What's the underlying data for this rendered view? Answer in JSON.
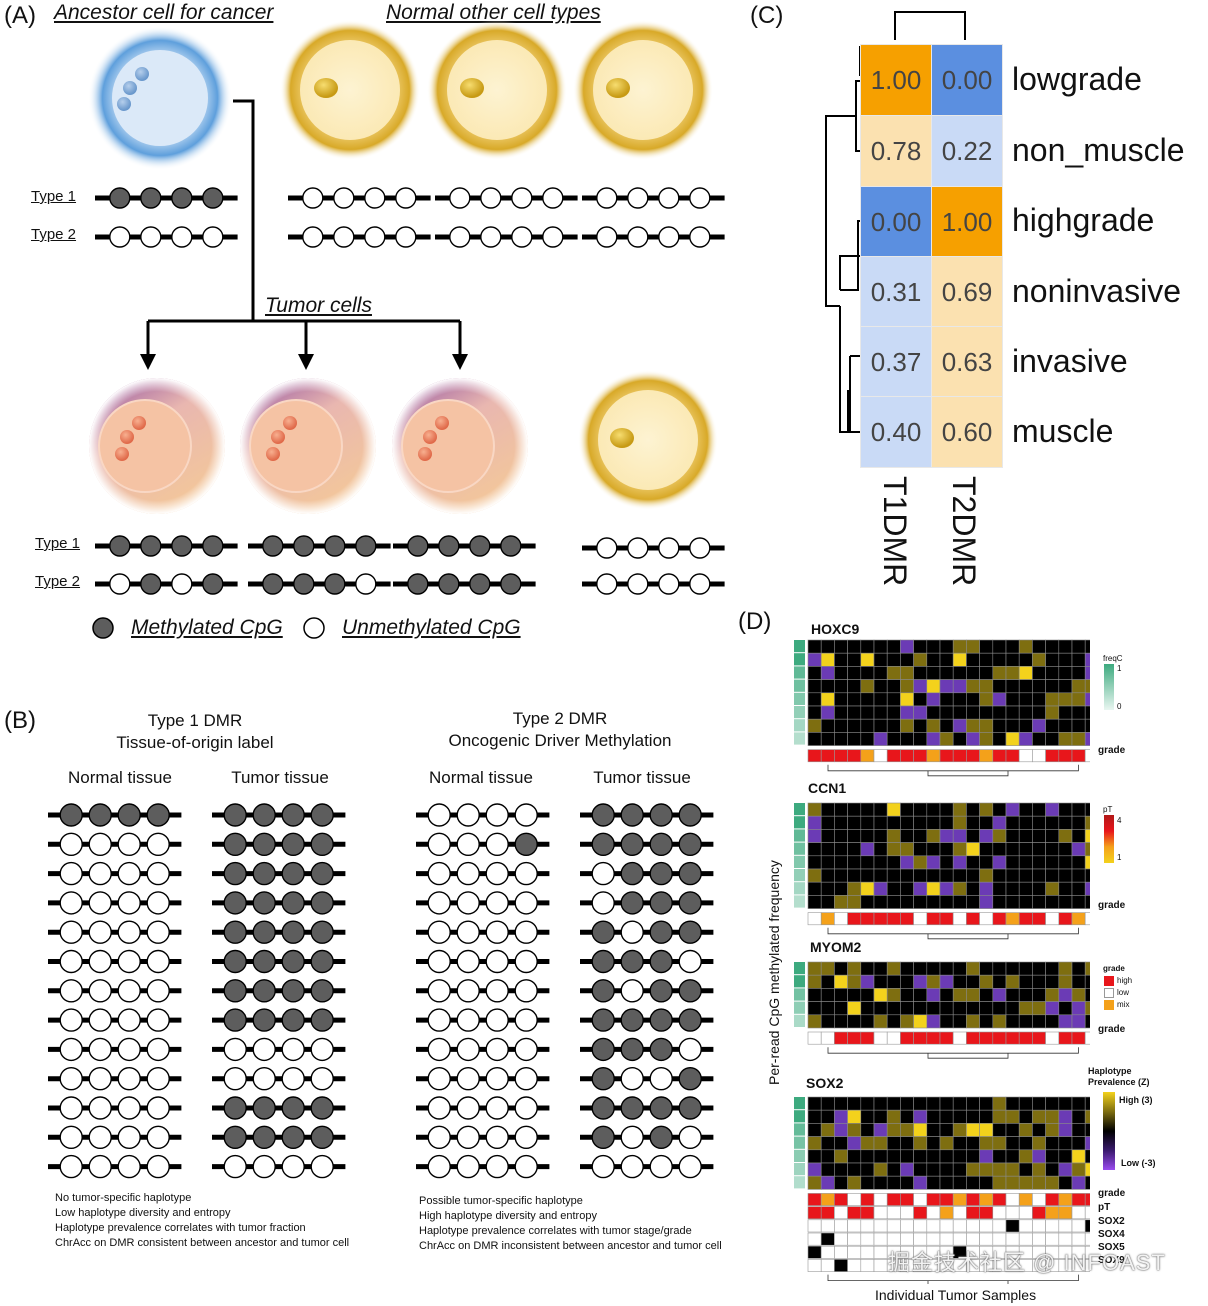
{
  "panelA": {
    "label": "(A)",
    "ancestor_title": "Ancestor cell for cancer",
    "normal_title": "Normal other cell types",
    "tumor_title": "Tumor cells",
    "type1": "Type 1",
    "type2": "Type 2",
    "legend_methylated": "Methylated CpG",
    "legend_unmethylated": "Unmethylated CpG"
  },
  "panelB": {
    "label": "(B)",
    "left_title_1": "Type 1 DMR",
    "left_title_2": "Tissue-of-origin label",
    "right_title_1": "Type 2 DMR",
    "right_title_2": "Oncogenic Driver Methylation",
    "normal_tissue": "Normal tissue",
    "tumor_tissue": "Tumor tissue",
    "left_notes": [
      "No tumor-specific haplotype",
      "Low haplotype diversity and entropy",
      "Haplotype prevalence correlates with tumor fraction",
      "ChrAcc on DMR consistent between ancestor and tumor cell"
    ],
    "right_notes": [
      "Possible tumor-specific haplotype",
      "High haplotype diversity and entropy",
      "Haplotype prevalence correlates with tumor stage/grade",
      "ChrAcc on DMR inconsistent between ancestor and tumor cell"
    ]
  },
  "panelC": {
    "label": "(C)",
    "columns": [
      "T1DMR",
      "T2DMR"
    ],
    "rows": [
      "lowgrade",
      "non_muscle",
      "highgrade",
      "noninvasive",
      "invasive",
      "muscle"
    ],
    "values": [
      [
        "1.00",
        "0.00"
      ],
      [
        "0.78",
        "0.22"
      ],
      [
        "0.00",
        "1.00"
      ],
      [
        "0.31",
        "0.69"
      ],
      [
        "0.37",
        "0.63"
      ],
      [
        "0.40",
        "0.60"
      ]
    ],
    "colors": {
      "high": "#f6a000",
      "low": "#5b8fe0",
      "mid_high": "#fbe1b0",
      "mid_low": "#c9daf6"
    }
  },
  "panelD": {
    "label": "(D)",
    "genes": [
      "HOXC9",
      "CCN1",
      "MYOM2",
      "SOX2"
    ],
    "y_axis_label": "Per-read CpG methylated frequency",
    "x_axis_label": "Individual Tumor Samples",
    "annotation_grade": "grade",
    "annotation_pT": "pT",
    "annotation_sox2": "SOX2",
    "annotation_sox4": "SOX4",
    "annotation_sox5": "SOX5",
    "annotation_sox9": "SOX9",
    "legend_freqc": "freqC",
    "legend_freqc_1": "1",
    "legend_freqc_0": "0",
    "legend_pt": "pT",
    "legend_pt_4": "4",
    "legend_pt_1": "1",
    "legend_grade": "grade",
    "legend_grade_high": "high",
    "legend_grade_low": "low",
    "legend_grade_mix": "mix",
    "legend_hap_1": "Haplotype",
    "legend_hap_2": "Prevalence (Z)",
    "legend_hap_high": "High (3)",
    "legend_hap_low": "Low (-3)",
    "colors": {
      "black": "#000000",
      "olive": "#7e6e10",
      "purple": "#6b3bb5",
      "yellow": "#f3d21c",
      "red": "#e8161b",
      "orange": "#f4a11a",
      "teal": "#3daa7f"
    }
  },
  "watermark": "掘金技术社区 @ INFOAST"
}
